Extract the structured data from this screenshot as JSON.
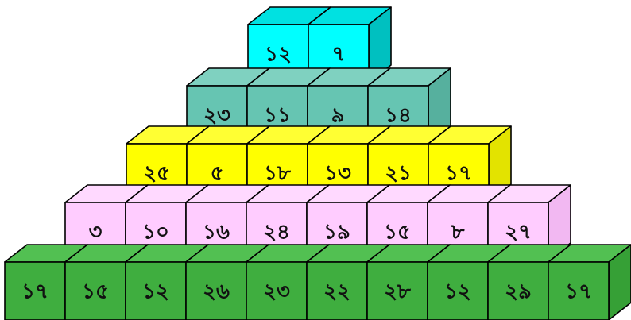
{
  "pyramid": {
    "rows": [
      {
        "name": "top",
        "color": "#00ffff",
        "top_color": "#00e1e1",
        "side_color": "#00c0c0",
        "cells": [
          "১২",
          "৭"
        ]
      },
      {
        "name": "teal",
        "color": "#66c5b2",
        "top_color": "#7fd1c0",
        "side_color": "#56b09e",
        "cells": [
          "২৩",
          "১১",
          "৯",
          "১৪"
        ]
      },
      {
        "name": "yellow",
        "color": "#ffff00",
        "top_color": "#ffff33",
        "side_color": "#e3e300",
        "cells": [
          "২৫",
          "৫",
          "১৮",
          "১৩",
          "২১",
          "১৭"
        ]
      },
      {
        "name": "pink",
        "color": "#ffccff",
        "top_color": "#ffd9ff",
        "side_color": "#f2b8f2",
        "cells": [
          "৩",
          "১০",
          "১৬",
          "২৪",
          "১৯",
          "১৫",
          "৮",
          "২৭"
        ]
      },
      {
        "name": "green",
        "color": "#3fae3f",
        "top_color": "#52c052",
        "side_color": "#36a036",
        "cells": [
          "১৭",
          "১৫",
          "১২",
          "২৬",
          "২৩",
          "২২",
          "২৮",
          "১২",
          "২৯",
          "১৭"
        ]
      }
    ]
  }
}
